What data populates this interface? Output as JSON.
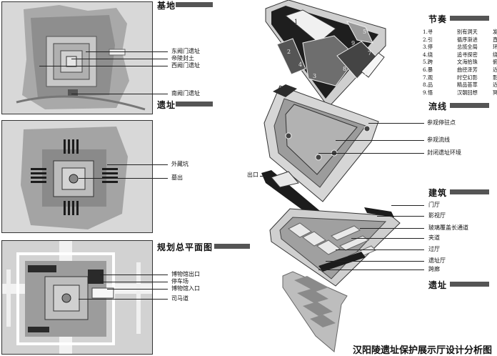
{
  "colors": {
    "background": "#ffffff",
    "panel": "#d6d6d6",
    "dark": "#2a2a2a",
    "mid": "#7a7a7a",
    "light": "#bdbdbd",
    "water": "#e8e8e8"
  },
  "left_panels": {
    "site": {
      "title": "基地",
      "labels": [
        "东阙门遗址",
        "帝陵封土",
        "西阙门遗址",
        "南阙门遗址"
      ]
    },
    "ruins": {
      "title": "遗址",
      "labels": [
        "外藏坑",
        "墓出"
      ]
    },
    "master_plan": {
      "title": "规划总平面图",
      "labels": [
        "博物馆出口",
        "停车场",
        "博物馆入口",
        "司马道"
      ]
    }
  },
  "layers": {
    "rhythm": {
      "title": "节奏",
      "items": [
        {
          "a": "1.寻",
          "b": "别有洞天",
          "c": "发现"
        },
        {
          "a": "2.引",
          "b": "循序渐进",
          "c": "直视"
        },
        {
          "a": "3.停",
          "b": "总揽全局",
          "c": "环视"
        },
        {
          "a": "4.绕",
          "b": "追寻探密",
          "c": "绕视"
        },
        {
          "a": "5.跨",
          "b": "文海拾珠",
          "c": "俯视"
        },
        {
          "a": "6.暴",
          "b": "曲径泽芳",
          "c": "近视"
        },
        {
          "a": "7.观",
          "b": "时空幻影",
          "c": "影视"
        },
        {
          "a": "8.品",
          "b": "精品荟萃",
          "c": "近视"
        },
        {
          "a": "9.悟",
          "b": "汉朝回想",
          "c": "冥想"
        }
      ],
      "zone_numbers": [
        "1",
        "2",
        "3",
        "4",
        "5",
        "6",
        "7",
        "8",
        "9"
      ]
    },
    "flow": {
      "title": "流线",
      "labels": [
        "参观停驻点",
        "参观流线",
        "封闭遗址环境"
      ],
      "exit_label": "出口"
    },
    "building": {
      "title": "建筑",
      "labels": [
        "门厅",
        "影视厅",
        "玻璃覆盖长通道",
        "夹道",
        "过厅",
        "遗址厅",
        "跨廊"
      ]
    },
    "ruins": {
      "title": "遗址"
    }
  },
  "main_title": "汉阳陵遗址保护展示厅设计分析图"
}
